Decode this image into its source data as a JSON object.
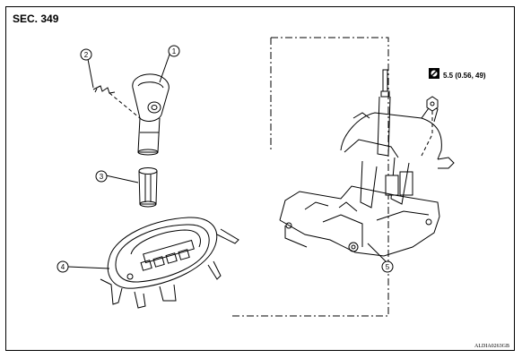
{
  "header": {
    "section": "SEC. 349"
  },
  "callouts": [
    {
      "number": "1",
      "part": "knob"
    },
    {
      "number": "2",
      "part": "clip"
    },
    {
      "number": "3",
      "part": "sleeve"
    },
    {
      "number": "4",
      "part": "indicator-finisher"
    },
    {
      "number": "5",
      "part": "shifter-assembly"
    }
  ],
  "torque": {
    "label": "5.5 (0.56, 49)",
    "icon": "torque-wrench-icon"
  },
  "figure_id": "ALDIA0263GB",
  "colors": {
    "line": "#000000",
    "background": "#ffffff"
  }
}
